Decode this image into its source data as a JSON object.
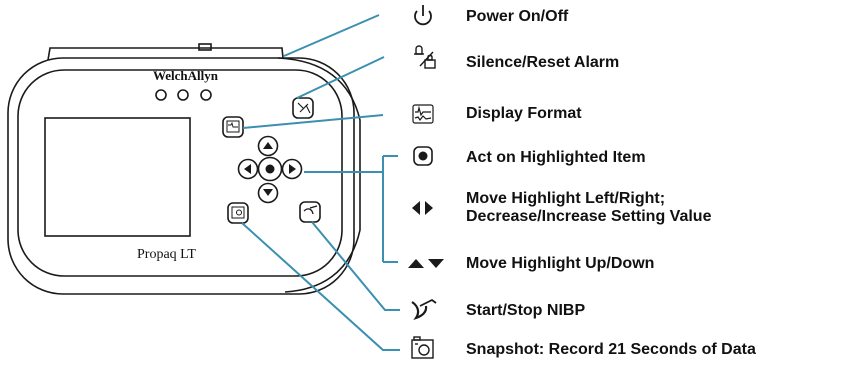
{
  "device": {
    "brand": "WelchAllyn",
    "model": "Propaq LT"
  },
  "legend": [
    {
      "id": "power",
      "icon": "power-icon",
      "text": "Power On/Off"
    },
    {
      "id": "silence",
      "icon": "silence-alarm-icon",
      "text": "Silence/Reset Alarm"
    },
    {
      "id": "display",
      "icon": "display-format-icon",
      "text": "Display Format"
    },
    {
      "id": "act",
      "icon": "select-button-icon",
      "text": "Act on Highlighted Item"
    },
    {
      "id": "leftright",
      "icon": "left-right-arrows-icon",
      "text": "Move Highlight Left/Right;",
      "text2": "Decrease/Increase Setting Value"
    },
    {
      "id": "updown",
      "icon": "up-down-arrows-icon",
      "text": "Move Highlight Up/Down"
    },
    {
      "id": "nibp",
      "icon": "nibp-cuff-icon",
      "text": "Start/Stop NIBP"
    },
    {
      "id": "snapshot",
      "icon": "snapshot-icon",
      "text": "Snapshot: Record 21 Seconds of Data"
    }
  ],
  "colors": {
    "leader": "#3b8fb0",
    "outline": "#1a1a1a"
  }
}
